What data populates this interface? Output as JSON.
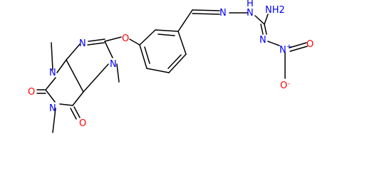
{
  "molecule": {
    "atom_labels": {
      "N_pyr1": "N",
      "N_pyr3": "N",
      "N_im7": "N",
      "N_im9": "N",
      "O_c2": "O",
      "O_c6": "O",
      "O_ether": "O",
      "N_hz1": "N",
      "N_hz2": "N",
      "N_hz_H": "H",
      "NH2": "NH2",
      "N_imine": "N",
      "N_nitro": "N",
      "N_nitro_charge": "+",
      "O_nitro": "O",
      "O_minus": "O",
      "O_minus_charge": "-"
    },
    "colors": {
      "bond": "#000000",
      "carbon_text": "#000000",
      "nitrogen": "#0000ff",
      "oxygen": "#ff0000"
    }
  }
}
